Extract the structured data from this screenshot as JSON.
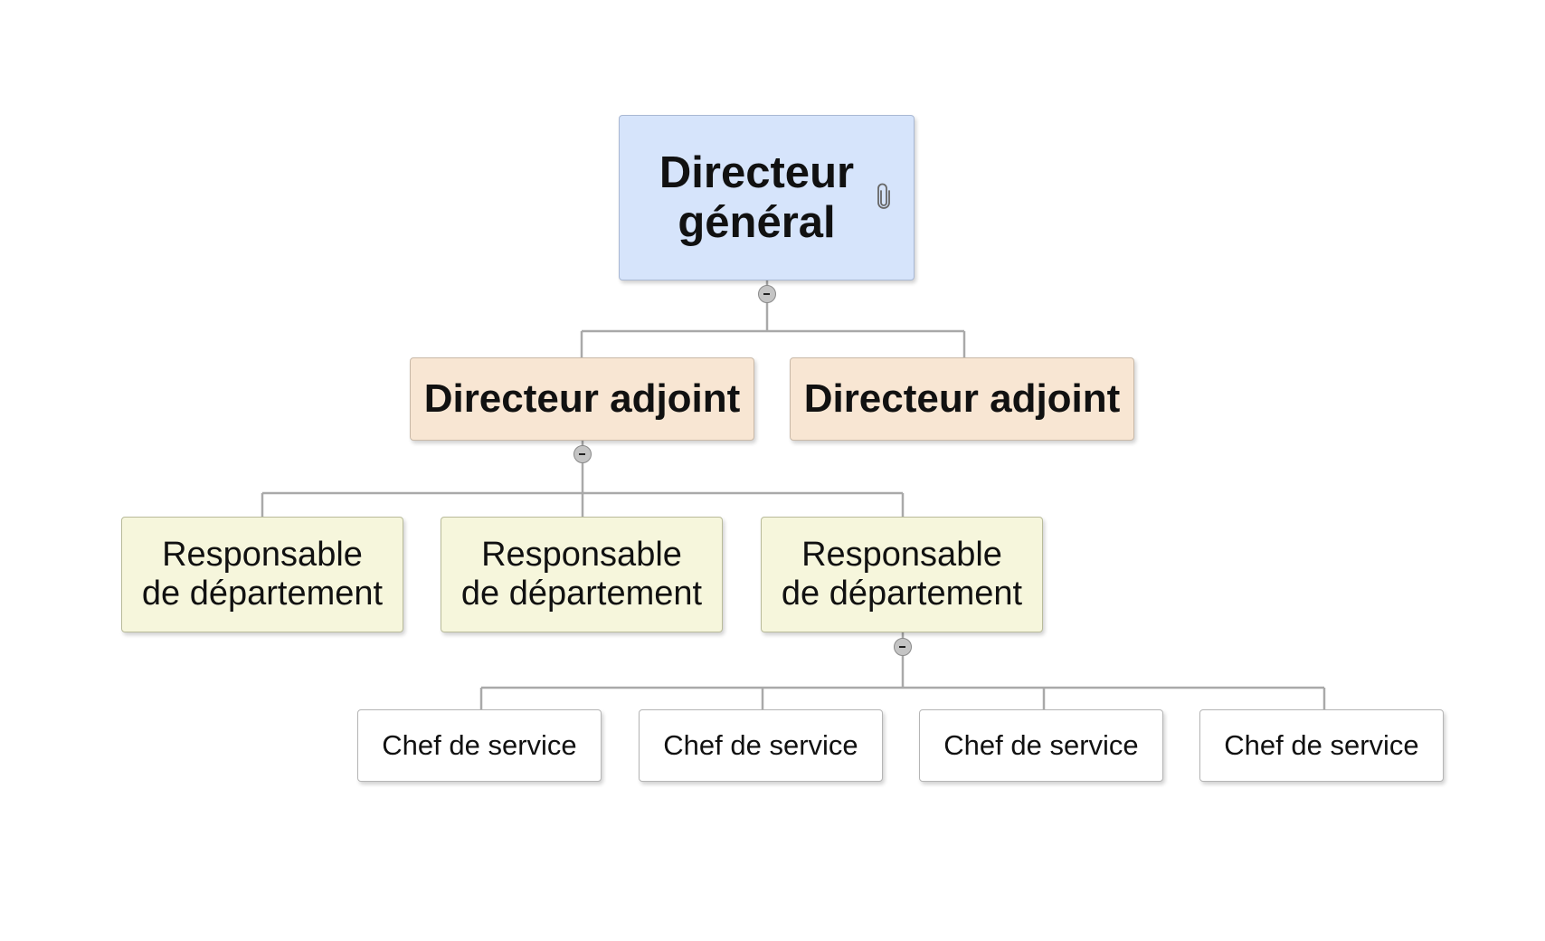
{
  "colors": {
    "root_fill": "#d6e4fb",
    "deputy_fill": "#f8e6d3",
    "dept_fill": "#f6f6dc",
    "service_fill": "#ffffff",
    "connector": "#a9a9a9"
  },
  "root": {
    "label": "Directeur\ngénéral",
    "icon": "paperclip-icon"
  },
  "deputies": [
    {
      "label": "Directeur adjoint",
      "collapse_icon": "collapse-icon"
    },
    {
      "label": "Directeur adjoint"
    }
  ],
  "departments": [
    {
      "label": "Responsable\nde département"
    },
    {
      "label": "Responsable\nde département"
    },
    {
      "label": "Responsable\nde département",
      "collapse_icon": "collapse-icon"
    }
  ],
  "services": [
    {
      "label": "Chef de service"
    },
    {
      "label": "Chef de service"
    },
    {
      "label": "Chef de service"
    },
    {
      "label": "Chef de service"
    }
  ]
}
